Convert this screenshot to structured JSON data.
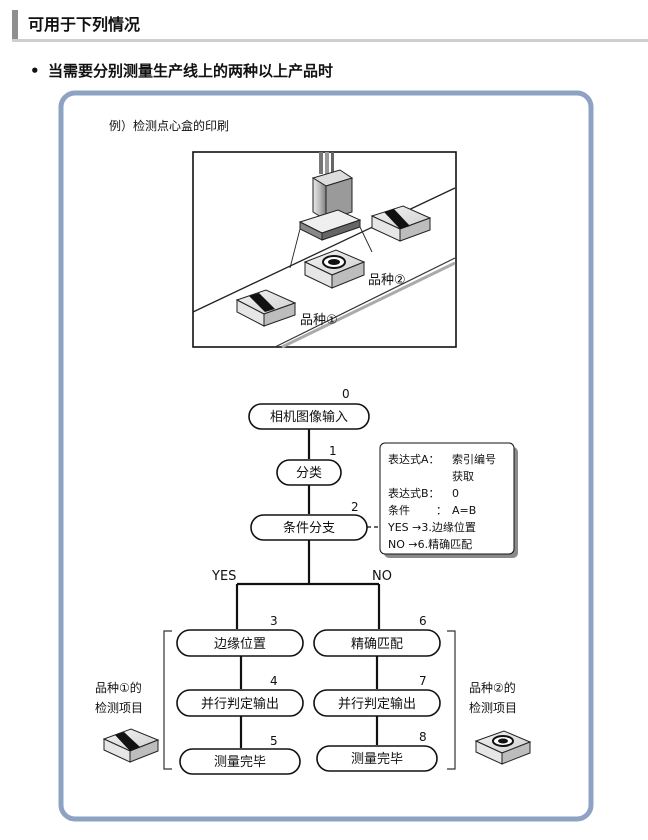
{
  "header": {
    "title": "可用于下列情况"
  },
  "bullet": {
    "dot": "•",
    "text": "当需要分别测量生产线上的两种以上产品时"
  },
  "example": {
    "caption": "例）检测点心盒的印刷",
    "product1_label": "品种①",
    "product2_label": "品种②"
  },
  "flow": {
    "steps": [
      {
        "num": "0",
        "label": "相机图像输入"
      },
      {
        "num": "1",
        "label": "分类"
      },
      {
        "num": "2",
        "label": "条件分支"
      },
      {
        "num": "3",
        "label": "边缘位置"
      },
      {
        "num": "4",
        "label": "并行判定输出"
      },
      {
        "num": "5",
        "label": "测量完毕"
      },
      {
        "num": "6",
        "label": "精确匹配"
      },
      {
        "num": "7",
        "label": "并行判定输出"
      },
      {
        "num": "8",
        "label": "测量完毕"
      }
    ],
    "branch_yes": "YES",
    "branch_no": "NO",
    "note": {
      "line1_key": "表达式A：",
      "line1_val": "索引编号",
      "line2_val": "获取",
      "line3_key": "表达式B：",
      "line3_val": "0",
      "line4_key": "条件",
      "line4_colon": "：",
      "line4_val": "A=B",
      "line5": "YES →3.边缘位置",
      "line6": "NO  →6.精确匹配"
    },
    "left_group": {
      "line1": "品种①的",
      "line2": "检测项目"
    },
    "right_group": {
      "line1": "品种②的",
      "line2": "检测项目"
    }
  }
}
